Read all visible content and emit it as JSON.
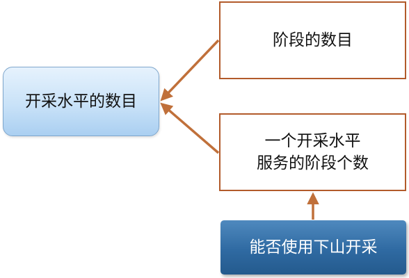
{
  "diagram": {
    "left_box": {
      "label": "开采水平的数目"
    },
    "top_right_box": {
      "label": "阶段的数目"
    },
    "mid_right_box": {
      "line1": "一个开采水平",
      "line2": "服务的阶段个数"
    },
    "bottom_right_box": {
      "label": "能否使用下山开采"
    }
  },
  "colors": {
    "arrow": "#c0703a",
    "box_border": "#b25a2a",
    "left_box_fill": "#c9e2f8",
    "bottom_box_fill": "#2f6aa2"
  }
}
